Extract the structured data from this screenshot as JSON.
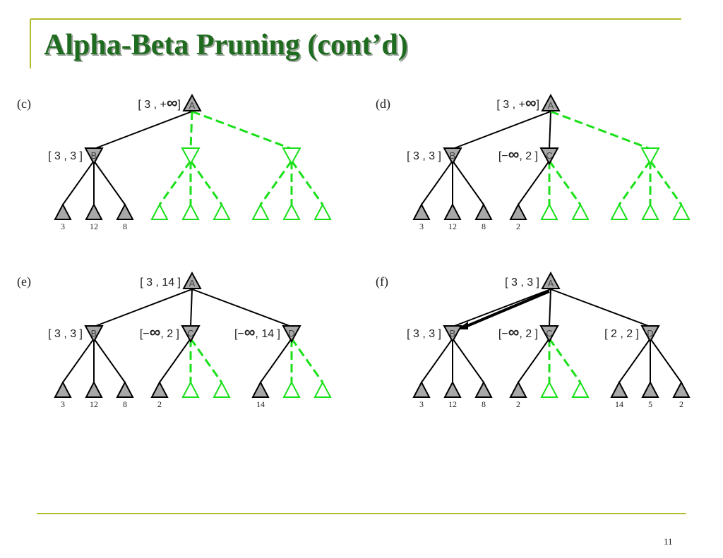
{
  "slide": {
    "title": "Alpha-Beta Pruning (cont’d)",
    "page_number": "11"
  },
  "colors": {
    "title": "#1f6b1f",
    "rule": "#b3bb2f",
    "pruned": "#19e019",
    "node_fill": "#a8a8a8",
    "edge": "#000000"
  },
  "panels": [
    {
      "label": "(c)",
      "root": {
        "name": "A",
        "bound_parts": [
          "[ 3 , +",
          "∞",
          "]"
        ]
      },
      "mins": [
        {
          "name": "B",
          "bound_parts": [
            "[ 3 , 3 ]"
          ],
          "pruned": false,
          "leaves": [
            "3",
            "12",
            "8"
          ],
          "leaf_pruned": [
            false,
            false,
            false
          ]
        },
        {
          "name": "",
          "bound_parts": [],
          "pruned": true,
          "leaves": [
            "",
            "",
            ""
          ],
          "leaf_pruned": [
            true,
            true,
            true
          ]
        },
        {
          "name": "",
          "bound_parts": [],
          "pruned": true,
          "leaves": [
            "",
            "",
            ""
          ],
          "leaf_pruned": [
            true,
            true,
            true
          ]
        }
      ]
    },
    {
      "label": "(d)",
      "root": {
        "name": "A",
        "bound_parts": [
          "[ 3 , +",
          "∞",
          "]"
        ]
      },
      "mins": [
        {
          "name": "B",
          "bound_parts": [
            "[ 3 , 3 ]"
          ],
          "pruned": false,
          "leaves": [
            "3",
            "12",
            "8"
          ],
          "leaf_pruned": [
            false,
            false,
            false
          ]
        },
        {
          "name": "C",
          "bound_parts": [
            "[−",
            "∞",
            ", 2 ]"
          ],
          "pruned": false,
          "leaves": [
            "2",
            "",
            ""
          ],
          "leaf_pruned": [
            false,
            true,
            true
          ]
        },
        {
          "name": "",
          "bound_parts": [],
          "pruned": true,
          "leaves": [
            "",
            "",
            ""
          ],
          "leaf_pruned": [
            true,
            true,
            true
          ]
        }
      ]
    },
    {
      "label": "(e)",
      "root": {
        "name": "A",
        "bound_parts": [
          "[ 3 , 14 ]"
        ]
      },
      "mins": [
        {
          "name": "B",
          "bound_parts": [
            "[ 3 , 3 ]"
          ],
          "pruned": false,
          "leaves": [
            "3",
            "12",
            "8"
          ],
          "leaf_pruned": [
            false,
            false,
            false
          ]
        },
        {
          "name": "C",
          "bound_parts": [
            "[−",
            "∞",
            ", 2 ]"
          ],
          "pruned": false,
          "leaves": [
            "2",
            "",
            ""
          ],
          "leaf_pruned": [
            false,
            true,
            true
          ]
        },
        {
          "name": "D",
          "bound_parts": [
            "[−",
            "∞",
            ", 14 ]"
          ],
          "pruned": false,
          "leaves": [
            "14",
            "",
            ""
          ],
          "leaf_pruned": [
            false,
            true,
            true
          ]
        }
      ]
    },
    {
      "label": "(f)",
      "root": {
        "name": "A",
        "bound_parts": [
          "[ 3 , 3 ]"
        ]
      },
      "best_move_to": "B",
      "mins": [
        {
          "name": "B",
          "bound_parts": [
            "[ 3 , 3 ]"
          ],
          "pruned": false,
          "leaves": [
            "3",
            "12",
            "8"
          ],
          "leaf_pruned": [
            false,
            false,
            false
          ]
        },
        {
          "name": "C",
          "bound_parts": [
            "[−",
            "∞",
            ", 2 ]"
          ],
          "pruned": false,
          "leaves": [
            "2",
            "",
            ""
          ],
          "leaf_pruned": [
            false,
            true,
            true
          ]
        },
        {
          "name": "D",
          "bound_parts": [
            "[ 2 , 2 ]"
          ],
          "pruned": false,
          "leaves": [
            "14",
            "5",
            "2"
          ],
          "leaf_pruned": [
            false,
            false,
            false
          ]
        }
      ]
    }
  ]
}
